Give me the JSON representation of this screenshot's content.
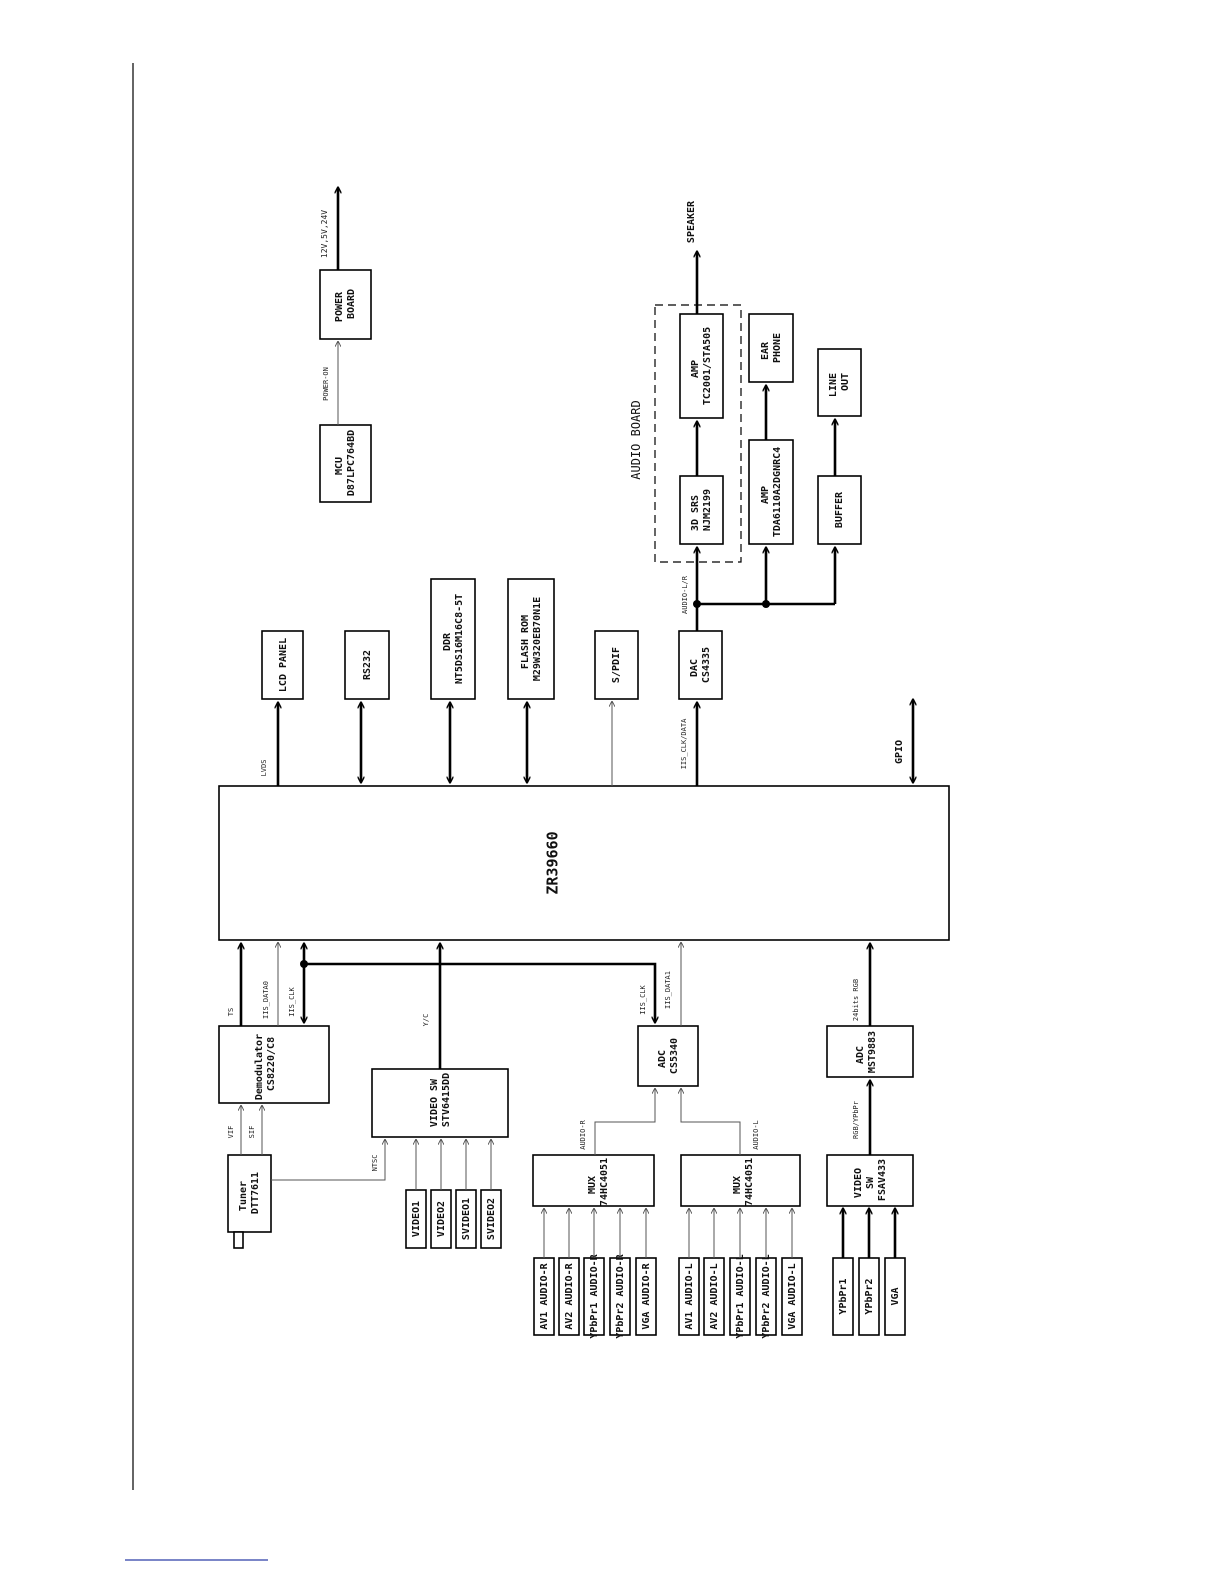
{
  "main_chip": "ZR39660",
  "audio_board_label": "AUDIO BOARD",
  "speaker_label": "SPEAKER",
  "gpio_label": "GPIO",
  "power_rails": "12V,5V,24V",
  "blocks": {
    "lcd": [
      "LCD PANEL"
    ],
    "rs232": [
      "RS232"
    ],
    "ddr": [
      "DDR",
      "NT5DS16M16C8-5T"
    ],
    "flash": [
      "FLASH ROM",
      "M29W320EB70N1E"
    ],
    "spdif": [
      "S/PDIF"
    ],
    "dac": [
      "DAC",
      "CS4335"
    ],
    "srs": [
      "3D SRS",
      "NJM2199"
    ],
    "amp1": [
      "AMP",
      "TC2001/STA505"
    ],
    "amp2": [
      "AMP",
      "TDA6110A2DGNRC4"
    ],
    "earphone": [
      "EAR",
      "PHONE"
    ],
    "buffer": [
      "BUFFER"
    ],
    "lineout": [
      "LINE",
      "OUT"
    ],
    "mcu": [
      "MCU",
      "D87LPC764BD"
    ],
    "power": [
      "POWER",
      "BOARD"
    ],
    "demod": [
      "Demodulator",
      "CS8220/C8"
    ],
    "tuner": [
      "Tuner",
      "DTT7611"
    ],
    "videosw": [
      "VIDEO SW",
      "STV6415DD"
    ],
    "adc_audio": [
      "ADC",
      "CS5340"
    ],
    "adc_rgb": [
      "ADC",
      "MST9883"
    ],
    "mux_r": [
      "MUX",
      "74HC4051"
    ],
    "mux_l": [
      "MUX",
      "74HC4051"
    ],
    "videosw2": [
      "VIDEO",
      "SW",
      "FSAV433"
    ]
  },
  "signals": {
    "lvds": "LVDS",
    "iis_clk_data": "IIS_CLK/DATA",
    "audio_lr": "AUDIO-L/R",
    "power_on": "POWER-ON",
    "ts": "TS",
    "iis_data0": "IIS_DATA0",
    "iis_clk_a": "IIS_CLK",
    "yc": "Y/C",
    "iis_clk_b": "IIS_CLK",
    "iis_data1": "IIS_DATA1",
    "rgb24": "24bits RGB",
    "vif": "VIF",
    "sif": "SIF",
    "ntsc": "NTSC",
    "audio_r": "AUDIO-R",
    "audio_l": "AUDIO-L",
    "rgb_ypbpr": "RGB/YPbPr"
  },
  "video_inputs": [
    "VIDEO1",
    "VIDEO2",
    "SVIDEO1",
    "SVIDEO2"
  ],
  "audio_r_inputs": [
    "AV1 AUDIO-R",
    "AV2 AUDIO-R",
    "YPbPr1 AUDIO-R",
    "YPbPr2 AUDIO-R",
    "VGA AUDIO-R"
  ],
  "audio_l_inputs": [
    "AV1 AUDIO-L",
    "AV2 AUDIO-L",
    "YPbPr1 AUDIO-L",
    "YPbPr2 AUDIO-L",
    "VGA AUDIO-L"
  ],
  "component_inputs": [
    "YPbPr1",
    "YPbPr2",
    "VGA"
  ]
}
